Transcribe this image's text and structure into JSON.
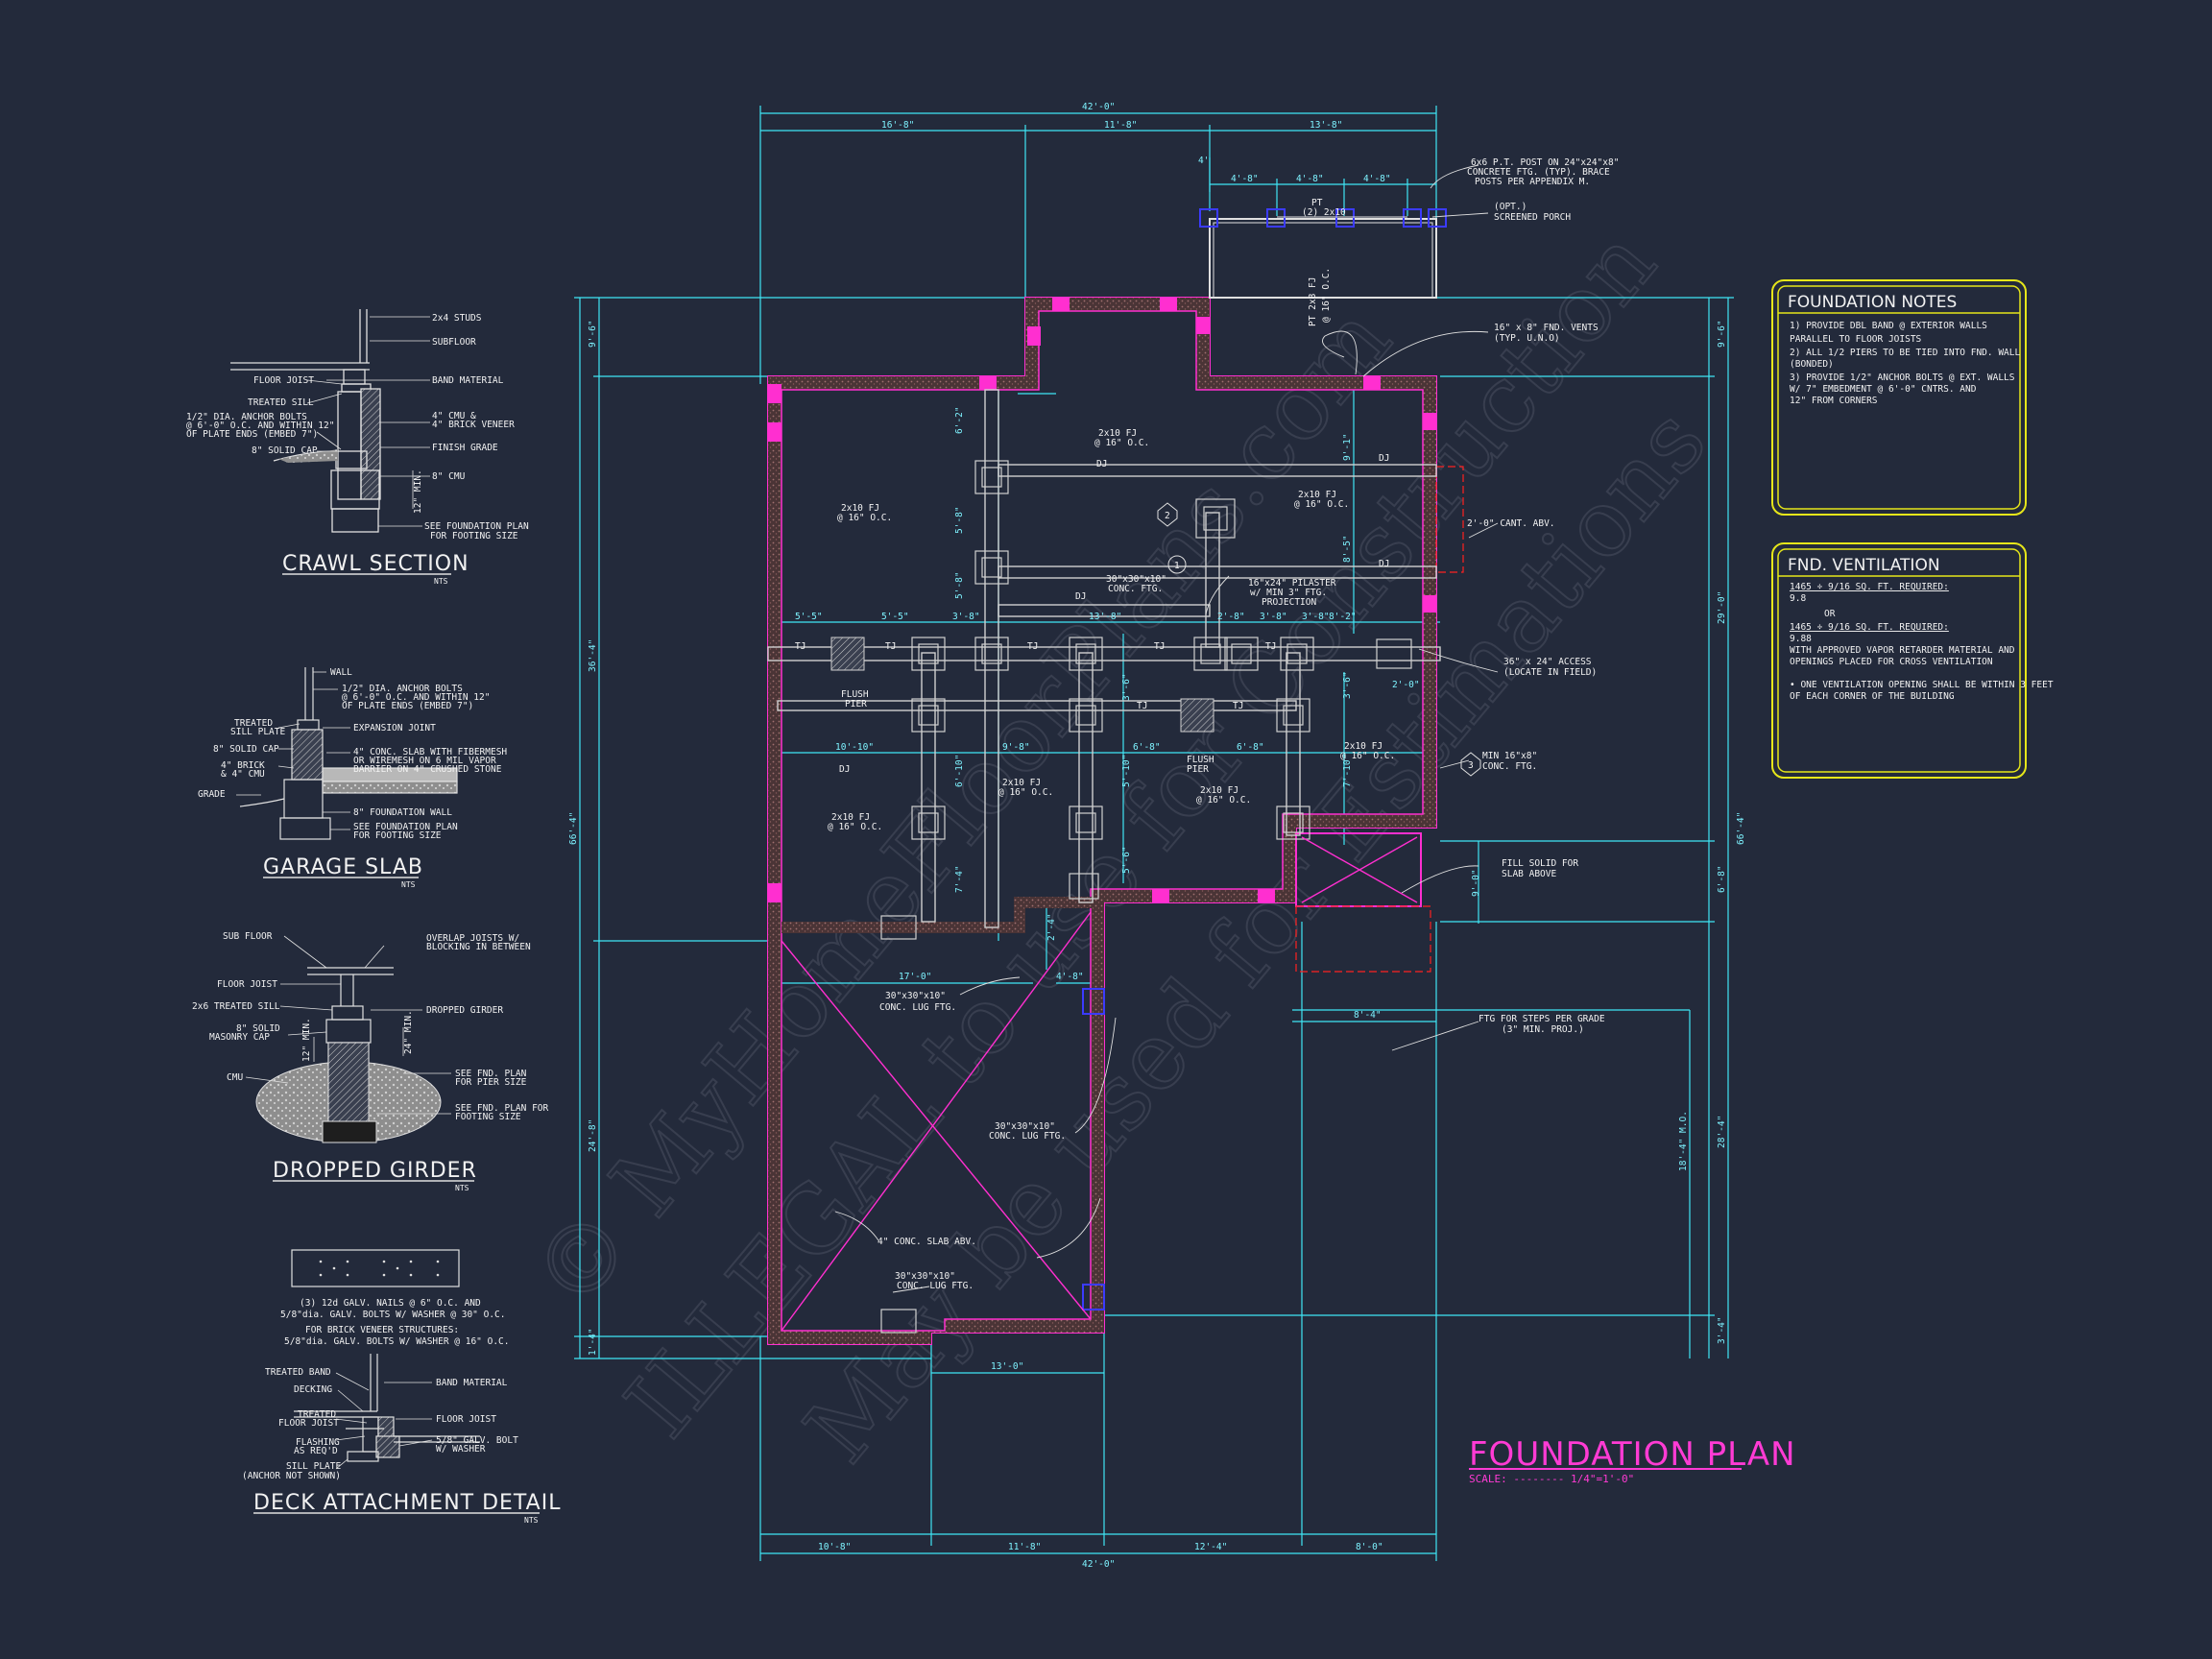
{
  "colors": {
    "background": "#232a3b",
    "dimension": "#3fe6f5",
    "wall_outline": "#ff2fd0",
    "wall_fill": "#5a3a3a",
    "beam": "#d8d8d8",
    "notes_border": "#e6e61a",
    "title": "#ff3bd4"
  },
  "watermark": {
    "line1": "© MyHomeFloorPlans.com",
    "line2": "ILLEGAL to use for Construction",
    "line3": "May be used for Estimations"
  },
  "details": {
    "crawl": {
      "title": "CRAWL SECTION",
      "nts": "NTS",
      "labels": [
        "2x4 STUDS",
        "SUBFLOOR",
        "FLOOR JOIST",
        "BAND MATERIAL",
        "TREATED SILL",
        "1/2\" DIA. ANCHOR BOLTS",
        "@ 6'-0\" O.C. AND WITHIN 12\"",
        "OF PLATE ENDS (EMBED 7\")",
        "4\" CMU &",
        "4\" BRICK VENEER",
        "8\" SOLID CAP",
        "FINISH GRADE",
        "8\" CMU",
        "12\" MIN.",
        "SEE FOUNDATION PLAN",
        "FOR FOOTING SIZE"
      ]
    },
    "garage": {
      "title": "GARAGE SLAB",
      "nts": "NTS",
      "labels": [
        "WALL",
        "1/2\" DIA. ANCHOR BOLTS",
        "@ 6'-0\" O.C. AND WITHIN 12\"",
        "OF PLATE ENDS (EMBED 7\")",
        "TREATED",
        "SILL PLATE",
        "EXPANSION JOINT",
        "8\" SOLID CAP",
        "4\" CONC. SLAB WITH FIBERMESH",
        "4\" BRICK",
        "& 4\" CMU",
        "OR WIREMESH ON 6 MIL VAPOR",
        "BARRIER ON 4\" CRUSHED STONE",
        "GRADE",
        "8\" FOUNDATION WALL",
        "SEE FOUNDATION PLAN",
        "FOR FOOTING SIZE"
      ]
    },
    "girder": {
      "title": "DROPPED GIRDER",
      "nts": "NTS",
      "labels": [
        "SUB FLOOR",
        "OVERLAP JOISTS W/",
        "BLOCKING IN BETWEEN",
        "FLOOR JOIST",
        "2x6 TREATED SILL",
        "DROPPED GIRDER",
        "8\" SOLID",
        "MASONRY CAP",
        "24\" MIN.",
        "12\" MIN.",
        "CMU",
        "SEE FND. PLAN",
        "FOR PIER SIZE",
        "SEE FND. PLAN FOR",
        "FOOTING SIZE"
      ]
    },
    "deck_notes": [
      "(3) 12d GALV. NAILS @ 6\" O.C. AND",
      "5/8\"dia. GALV. BOLTS W/ WASHER @ 30\" O.C.",
      "FOR BRICK VENEER STRUCTURES:",
      "5/8\"dia. GALV. BOLTS W/ WASHER @ 16\" O.C."
    ],
    "deck": {
      "title": "DECK ATTACHMENT DETAIL",
      "nts": "NTS",
      "labels": [
        "TREATED BAND",
        "BAND MATERIAL",
        "DECKING",
        "TREATED",
        "FLOOR JOIST",
        "FLOOR JOIST",
        "FLASHING",
        "AS REQ'D",
        "5/8\" GALV. BOLT",
        "W/ WASHER",
        "SILL PLATE",
        "(ANCHOR NOT SHOWN)"
      ]
    }
  },
  "foundation_notes": {
    "title": "FOUNDATION NOTES",
    "items": [
      "1) PROVIDE DBL BAND @ EXTERIOR WALLS",
      "   PARALLEL TO FLOOR JOISTS",
      "2) ALL 1/2 PIERS TO BE TIED INTO FND. WALL",
      "   (BONDED)",
      "3) PROVIDE 1/2\" ANCHOR BOLTS @ EXT. WALLS",
      "   W/ 7\" EMBEDMENT @ 6'-0\" CNTRS. AND",
      "   12\" FROM CORNERS"
    ]
  },
  "fnd_ventilation": {
    "title": "FND. VENTILATION",
    "items": [
      "1465 ÷ 9/16 SQ. FT. REQUIRED:",
      "9.8",
      "OR",
      "1465 ÷ 9/16 SQ. FT. REQUIRED:",
      "9.88",
      "WITH APPROVED VAPOR RETARDER MATERIAL AND",
      "OPENINGS PLACED FOR CROSS VENTILATION",
      "",
      "• ONE VENTILATION OPENING SHALL BE WITHIN 3 FEET",
      "  OF EACH CORNER OF THE BUILDING"
    ]
  },
  "plan": {
    "title": "FOUNDATION PLAN",
    "scale": "SCALE: -------- 1/4\"=1'-0\"",
    "dims_top": [
      "42'-0\"",
      "16'-8\"",
      "11'-8\"",
      "13'-8\""
    ],
    "dims_porch": [
      "4'-8\"",
      "4'-8\"",
      "4'-8\"",
      "4'"
    ],
    "dims_bottom": [
      "10'-8\"",
      "11'-8\"",
      "12'-4\"",
      "8'-0\"",
      "42'-0\""
    ],
    "dims_left": [
      "9'-6\"",
      "36'-4\"",
      "66'-4\"",
      "24'-8\"",
      "1'-4\""
    ],
    "dims_right": [
      "9'-6\"",
      "29'-0\"",
      "66'-4\"",
      "6'-8\"",
      "28'-4\"",
      "18'-4\" M.O.",
      "3'-4\""
    ],
    "dims_interior": [
      "5'-5\"",
      "5'-5\"",
      "3'-8\"",
      "13'-8\"",
      "3'-8\"",
      "2'-8\"",
      "3'-8\"",
      "8'-2\"",
      "10'-10\"",
      "9'-8\"",
      "6'-8\"",
      "6'-8\"",
      "6'-2\"",
      "5'-8\"",
      "5'-8\"",
      "9'-1\"",
      "8'-5\"",
      "7'-4\"",
      "6'-10\"",
      "2'-4\"",
      "4'-8\"",
      "17'-0\"",
      "13'-0\"",
      "8'-4\"",
      "2'-0\"",
      "3'-6\"",
      "7'-10\"",
      "5'-10\"",
      "3'-6\"",
      "5'-6\"",
      "9'-0\""
    ],
    "joists": [
      "2x10 FJ",
      "@ 16\" O.C."
    ],
    "labels": {
      "dj": "DJ",
      "tj": "TJ",
      "flush_pier": [
        "FLUSH",
        "PIER"
      ],
      "pt": [
        "PT",
        "(2) 2x10"
      ],
      "porch_fj": [
        "PT 2x8 FJ",
        "@ 16\" O.C."
      ],
      "footing": [
        "30\"x30\"x10\"",
        "CONC. FTG."
      ],
      "pilaster": [
        "16\"x24\" PILASTER",
        "w/ MIN 3\" FTG.",
        "PROJECTION"
      ],
      "slab": "4\" CONC. SLAB ABV.",
      "lug1": [
        "30\"x30\"x10\"",
        "CONC. LUG FTG."
      ],
      "lug2": [
        "30\"x30\"x10\"",
        "CONC. LUG FTG."
      ],
      "lug3": [
        "30\"x30\"x10\"",
        "CONC. LUG FTG."
      ]
    },
    "callouts": [
      [
        "6x6 P.T. POST ON 24\"x24\"x8\"",
        "CONCRETE FTG. (TYP). BRACE",
        "POSTS PER APPENDIX M."
      ],
      [
        "(OPT.)",
        "SCREENED PORCH"
      ],
      [
        "16\" x 8\" FND. VENTS",
        "(TYP. U.N.O)"
      ],
      [
        "2'-0\" CANT. ABV."
      ],
      [
        "36\" x 24\" ACCESS",
        "(LOCATE IN FIELD)"
      ],
      [
        "MIN 16\"x8\"",
        "CONC. FTG."
      ],
      [
        "FILL SOLID FOR",
        "SLAB ABOVE"
      ],
      [
        "FTG FOR STEPS PER GRADE",
        "(3\" MIN. PROJ.)"
      ]
    ],
    "markers": [
      "1",
      "2",
      "3"
    ]
  }
}
